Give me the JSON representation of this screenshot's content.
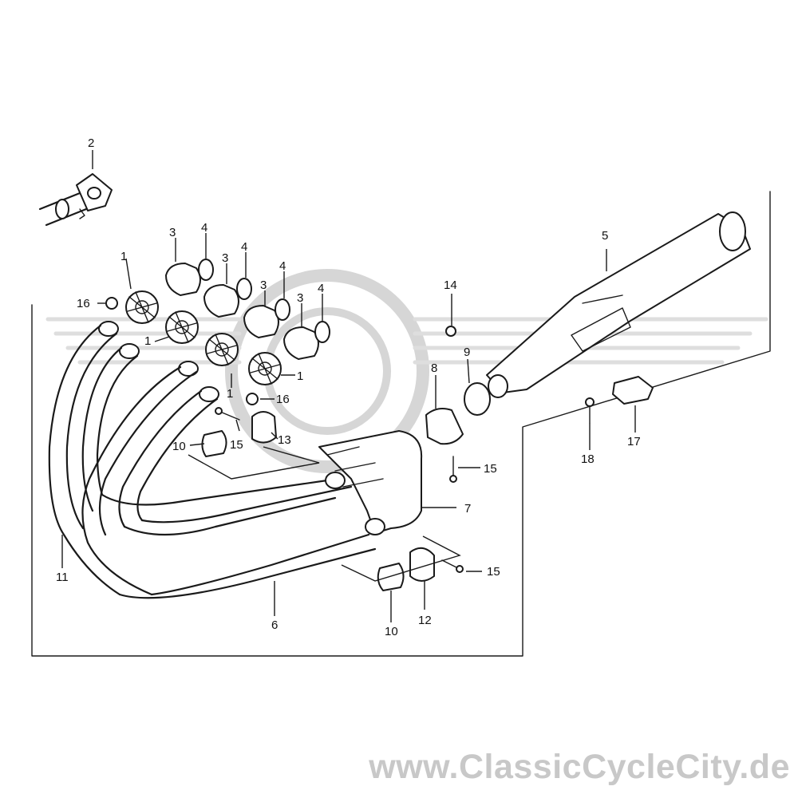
{
  "watermark": {
    "text": "www.ClassicCycleCity.de",
    "color": "#c8c8c8"
  },
  "callouts": {
    "c1a": "1",
    "c1b": "1",
    "c1c": "1",
    "c1d": "1",
    "c2": "2",
    "c3a": "3",
    "c3b": "3",
    "c3c": "3",
    "c3d": "3",
    "c4a": "4",
    "c4b": "4",
    "c4c": "4",
    "c4d": "4",
    "c5": "5",
    "c6": "6",
    "c7": "7",
    "c8": "8",
    "c9": "9",
    "c10a": "10",
    "c10b": "10",
    "c11": "11",
    "c12": "12",
    "c13": "13",
    "c14": "14",
    "c15a": "15",
    "c15b": "15",
    "c15c": "15",
    "c16a": "16",
    "c16b": "16",
    "c17": "17",
    "c18": "18"
  },
  "icons": {
    "logo": "wing-wheel-watermark-logo"
  },
  "colors": {
    "line": "#1a1a1a",
    "background": "#ffffff",
    "watermark": "#c8c8c8"
  }
}
